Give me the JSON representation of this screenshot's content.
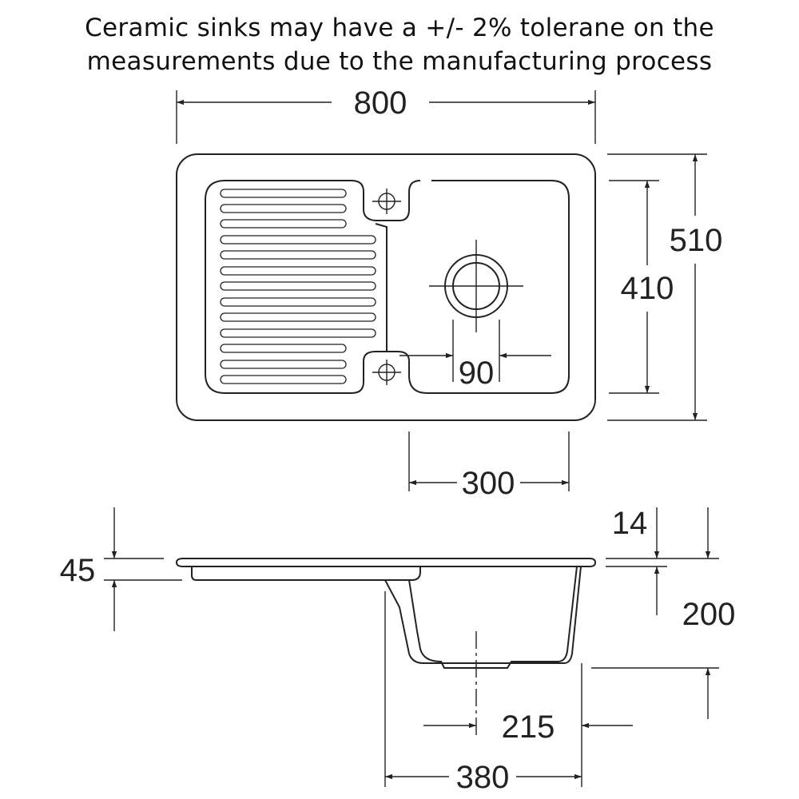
{
  "note": {
    "line1": "Ceramic sinks may have a +/- 2% tolerane on the",
    "line2": "measurements due to the manufacturing process"
  },
  "dimensions": {
    "width": "800",
    "depth": "510",
    "bowl_depth": "410",
    "waste": "90",
    "bowl_width": "300",
    "rim_height": "45",
    "deck_thickness": "14",
    "bowl_height": "200",
    "waste_offset": "215",
    "underside_width": "380"
  }
}
